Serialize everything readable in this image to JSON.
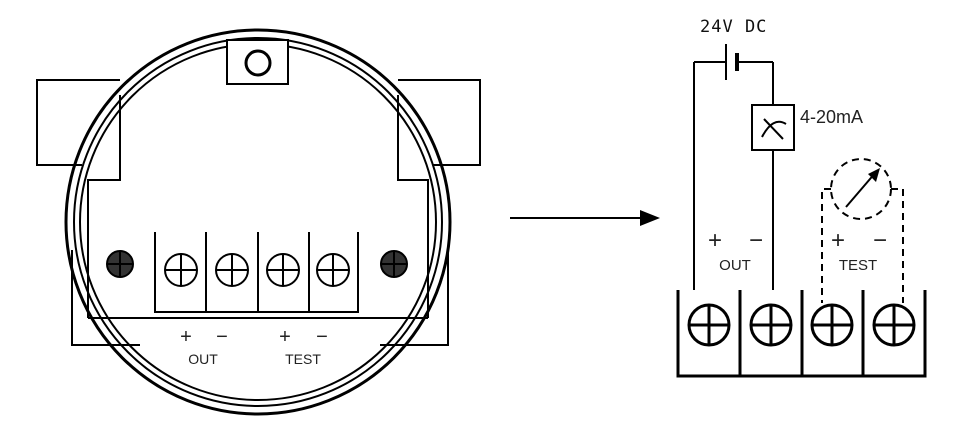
{
  "housing": {
    "terminal_plus": "+",
    "terminal_minus": "−",
    "out_label": "OUT",
    "test_label": "TEST"
  },
  "wiring": {
    "supply_label": "24V DC",
    "meter_label": "4-20mA",
    "terminal_plus": "+",
    "terminal_minus": "−",
    "out_label": "OUT",
    "test_label": "TEST"
  },
  "colors": {
    "line": "#000000",
    "screw_fill": "#333333",
    "background": "#ffffff"
  }
}
